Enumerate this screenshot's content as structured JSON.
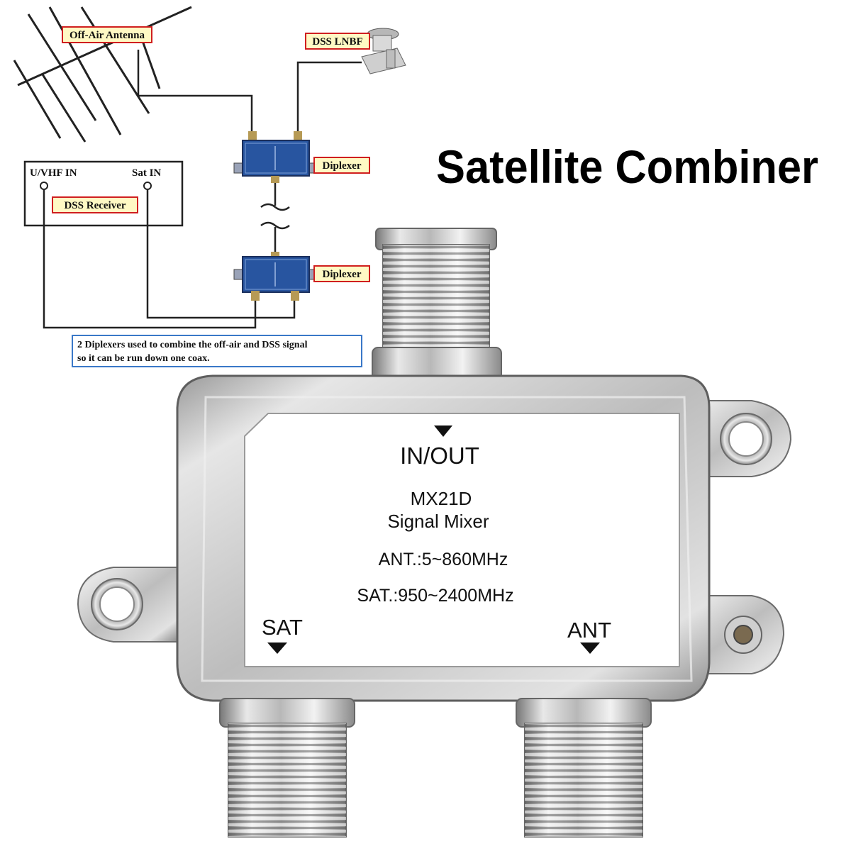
{
  "title": "Satellite Combiner",
  "diagram": {
    "off_air_antenna_label": "Off-Air Antenna",
    "dss_lnbf_label": "DSS LNBF",
    "diplexer_top_label": "Diplexer",
    "diplexer_bottom_label": "Diplexer",
    "dss_receiver_label": "DSS Receiver",
    "uvhf_in_label": "U/VHF IN",
    "sat_in_label": "Sat IN",
    "note_line1": "2 Diplexers used to combine the off-air and DSS signal",
    "note_line2": "so it can be run down one coax."
  },
  "device": {
    "in_out_label": "IN/OUT",
    "model": "MX21D",
    "product_name": "Signal Mixer",
    "ant_spec": "ANT.:5~860MHz",
    "sat_spec": "SAT.:950~2400MHz",
    "sat_port_label": "SAT",
    "ant_port_label": "ANT"
  },
  "colors": {
    "label_border": "#d01f1f",
    "label_fill": "#fff9c4",
    "note_border": "#3a78c8",
    "note_fill": "#ffffff",
    "diplexer_body": "#2855a0",
    "title": "#000000"
  }
}
